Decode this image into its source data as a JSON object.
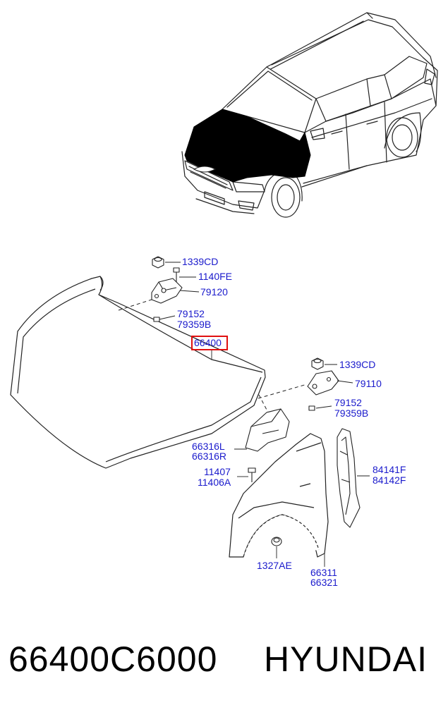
{
  "callouts": {
    "hinge_left_nut": "1339CD",
    "hinge_left_bolt": "1140FE",
    "hinge_left": "79120",
    "hinge_left_screw_a": "79152",
    "hinge_left_screw_b": "79359B",
    "hood": "66400",
    "hinge_right_nut": "1339CD",
    "hinge_right": "79110",
    "hinge_right_screw_a": "79152",
    "hinge_right_screw_b": "79359B",
    "bracket_l": "66316L",
    "bracket_r": "66316R",
    "bolt_a": "11407",
    "bolt_b": "11406A",
    "insulator_a": "84141F",
    "insulator_b": "84142F",
    "clip": "1327AE",
    "fender_a": "66311",
    "fender_b": "66321"
  },
  "footer": {
    "part_number": "66400C6000",
    "brand": "HYUNDAI"
  },
  "colors": {
    "callout_text": "#1a1acc",
    "highlight_box": "#e01010",
    "line_art": "#222222",
    "hood_region": "#000000"
  }
}
